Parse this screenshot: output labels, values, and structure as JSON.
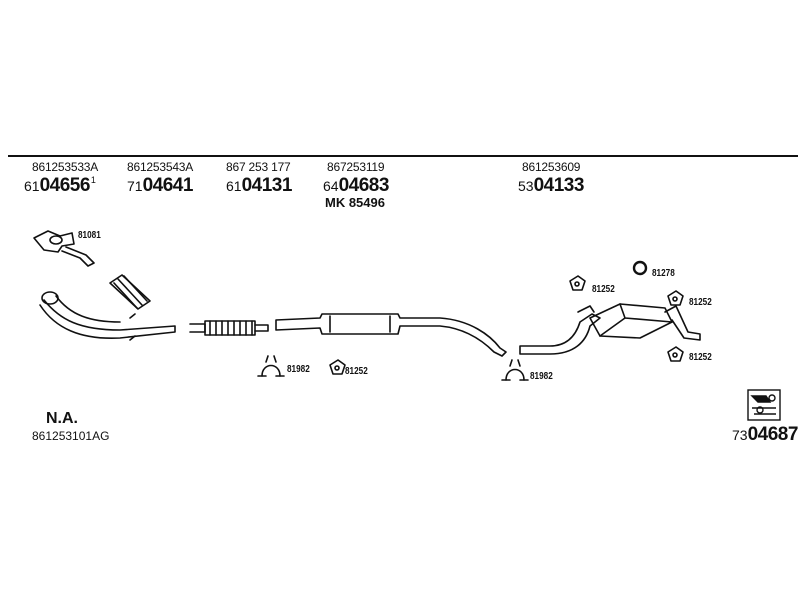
{
  "oem_numbers": [
    "861253533A",
    "861253543A",
    "867 253 177",
    "867253119",
    "861253609"
  ],
  "parts": [
    {
      "prefix": "61",
      "number": "04656",
      "suffix": "1"
    },
    {
      "prefix": "71",
      "number": "04641",
      "suffix": ""
    },
    {
      "prefix": "61",
      "number": "04131",
      "suffix": ""
    },
    {
      "prefix": "64",
      "number": "04683",
      "suffix": ""
    },
    {
      "prefix": "53",
      "number": "04133",
      "suffix": ""
    }
  ],
  "alt_part": "MK 85496",
  "labels": {
    "gasket": "81081",
    "clamp_left": "81982",
    "bracket_left": "81252",
    "clamp_right": "81982",
    "ring": "81278",
    "bracket_r1": "81252",
    "bracket_r2": "81252",
    "bracket_r3": "81252"
  },
  "bottom_left": {
    "label": "N.A.",
    "ref": "861253101AG"
  },
  "kit": {
    "prefix": "73",
    "number": "04687",
    "icon": "kit-package-icon"
  }
}
